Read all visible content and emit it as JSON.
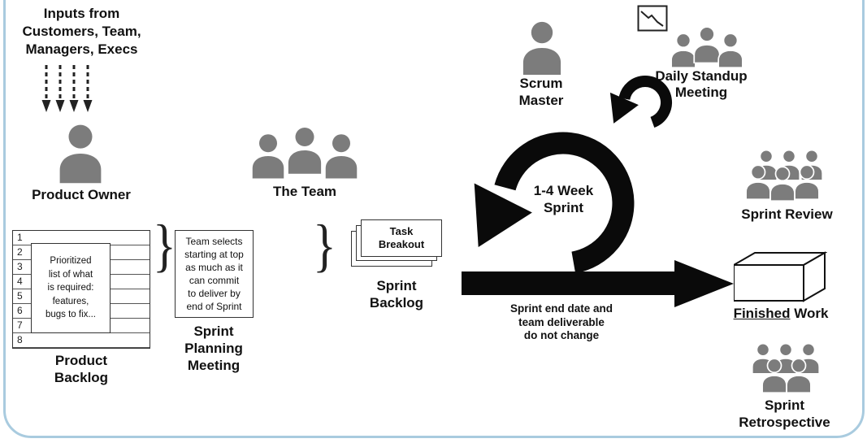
{
  "labels": {
    "inputs": "Inputs from\nCustomers, Team,\nManagers, Execs",
    "product_owner": "Product Owner",
    "the_team": "The Team",
    "scrum_master": "Scrum\nMaster",
    "daily_standup": "Daily Standup\nMeeting",
    "sprint_loop": "1-4 Week\nSprint",
    "sprint_note": "Sprint end date and\nteam deliverable\ndo not change",
    "sprint_review": "Sprint Review",
    "finished": "Finished",
    "work": "Work",
    "sprint_retrospective": "Sprint\nRetrospective",
    "product_backlog": "Product\nBacklog",
    "sprint_planning": "Sprint\nPlanning\nMeeting",
    "sprint_backlog": "Sprint\nBacklog",
    "task_breakout": "Task\nBreakout",
    "brace": "}"
  },
  "backlog": {
    "rows": [
      "1",
      "2",
      "3",
      "4",
      "5",
      "6",
      "7",
      "8"
    ],
    "note": "Prioritized\nlist of what\nis required:\nfeatures,\nbugs to fix..."
  },
  "planning": {
    "box_text": "Team selects\nstarting at top\nas much as it\ncan commit\nto deliver by\nend of Sprint"
  },
  "colors": {
    "person_gray": "#7c7c7c",
    "arrow_black": "#0a0a0a",
    "frame_blue": "#a9cbdf"
  }
}
